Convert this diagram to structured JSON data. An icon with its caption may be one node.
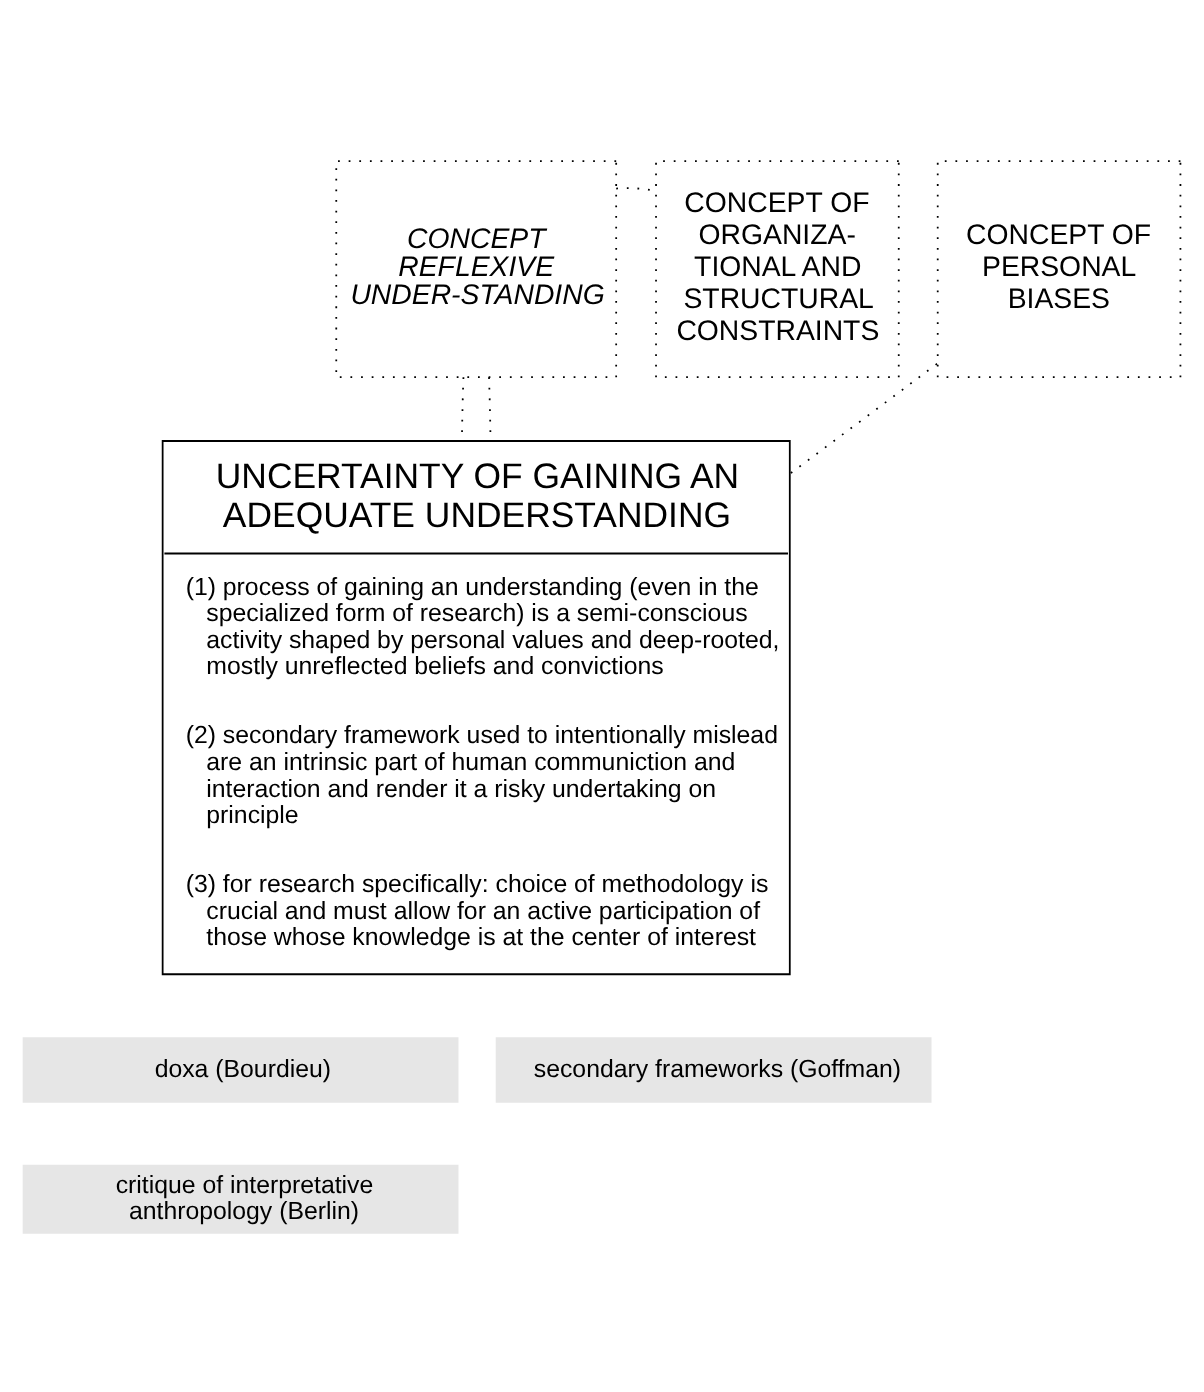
{
  "diagram": {
    "nodes": [
      {
        "text": [
          "CONCEPT REFLEXIVE UNDER-STANDING"
        ]
      },
      {
        "text": [
          "CONCEPT OF ORGANIZA-TIONAL AND STRUCTURAL CONSTRAINTS"
        ]
      },
      {
        "text": [
          "CONCEPT OF PERSONAL BIASES"
        ]
      },
      {
        "text": [
          "UNCERTAINTY OF GAINING AN ADEQUATE UNDERSTANDING",
          "(1) process of gaining an understanding (even in the specialized form of research) is a semi-conscious activity shaped by personal values and deep-rooted, mostly unreflected beliefs and convictions",
          "(2) secondary framework used to intentionally mislead are an intrinsic part of human communiction and interaction and render it a risky undertaking on principle",
          "(3) for research specifically: choice of methodology is crucial and must allow for an active participation of those whose knowledge is at the center of interest"
        ]
      },
      {
        "text": [
          "doxa (Bourdieu)"
        ]
      },
      {
        "text": [
          "secondary frameworks (Goffman)"
        ]
      },
      {
        "text": [
          "critique of interpretative anthropology (Berlin)"
        ]
      }
    ],
    "edges": [
      {
        "from": 0,
        "to": 3,
        "arrow": "none",
        "style": "dashed"
      },
      {
        "from": 0,
        "to": 3,
        "arrow": "none",
        "style": "dashed"
      },
      {
        "from": 0,
        "to": 1,
        "arrow": "none",
        "style": "dashed"
      },
      {
        "from": 2,
        "to": 3,
        "arrow": "none",
        "style": "dashed"
      }
    ]
  }
}
